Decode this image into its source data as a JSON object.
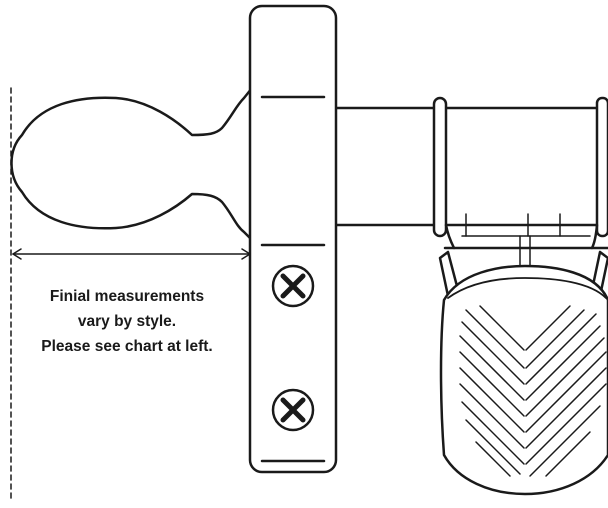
{
  "caption": {
    "lines": [
      "Finial measurements",
      "vary by style.",
      "Please see chart at left."
    ]
  },
  "colors": {
    "stroke": "#1a1a1a",
    "background": "#ffffff"
  },
  "icons": {
    "screw": "cross-head-screw-icon"
  }
}
